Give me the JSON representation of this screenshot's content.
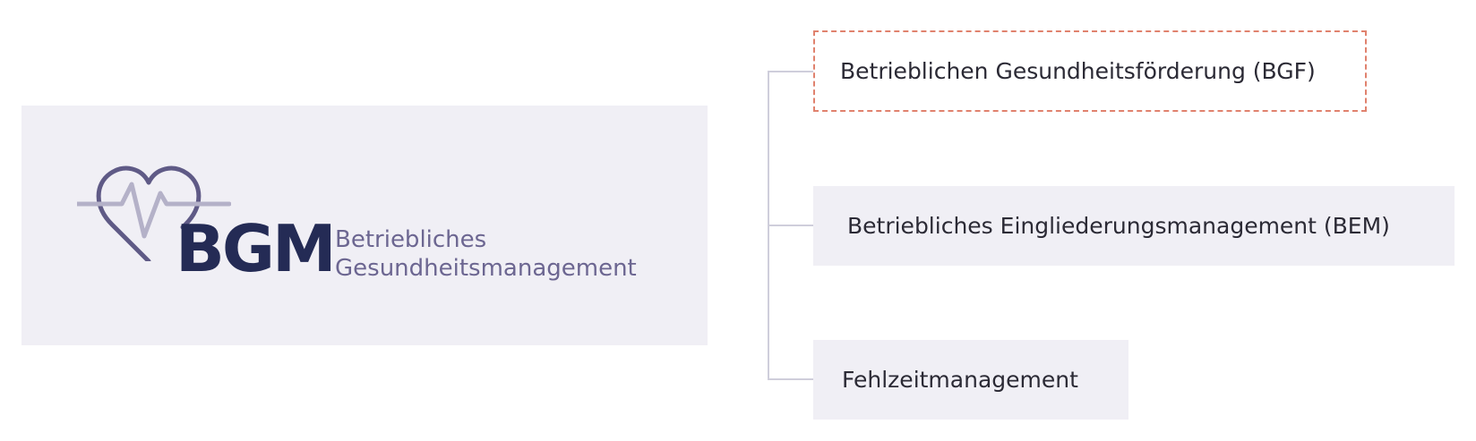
{
  "logo": {
    "acronym": "BGM",
    "line1": "Betriebliches",
    "line2": "Gesundheitsmanagement",
    "icon": "heart-pulse-icon"
  },
  "nodes": [
    {
      "label": "Betrieblichen Gesundheitsförderung (BGF)",
      "style": "dashed-highlight"
    },
    {
      "label": "Betriebliches Eingliederungsmanagement (BEM)",
      "style": "filled"
    },
    {
      "label": "Fehlzeitmanagement",
      "style": "filled"
    }
  ],
  "colors": {
    "panel_bg": "#f0eff5",
    "acronym": "#242b55",
    "subtitle": "#6c6691",
    "heart_outline": "#5f5a86",
    "pulse_line": "#b4b1c8",
    "connector": "#cfcedb",
    "highlight_border": "#e0826e",
    "node_text": "#2b2a35"
  }
}
